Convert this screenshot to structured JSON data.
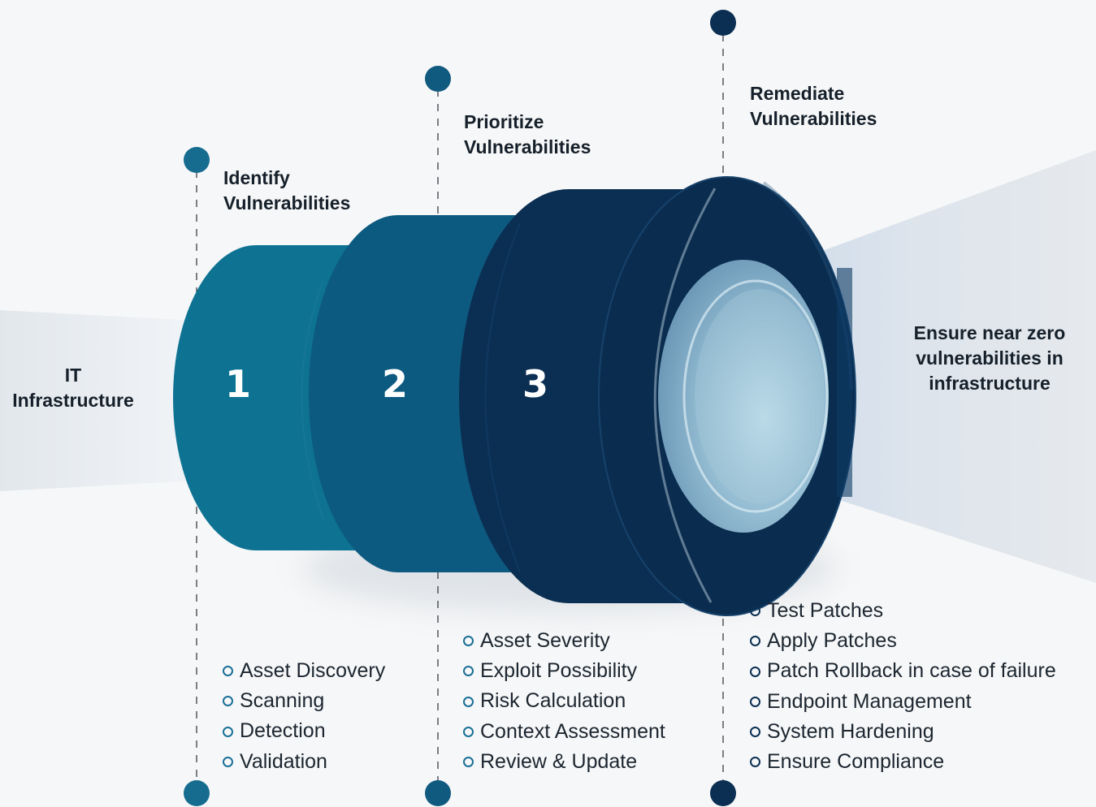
{
  "input_label": "IT\nInfrastructure",
  "output_label": "Ensure near zero\nvulnerabilities in\ninfrastructure",
  "stages": [
    {
      "number": "1",
      "title": "Identify\nVulnerabilities",
      "color": "#0e7393",
      "items": [
        "Asset Discovery",
        "Scanning",
        "Detection",
        "Validation"
      ]
    },
    {
      "number": "2",
      "title": "Prioritize\nVulnerabilities",
      "color": "#0d5a81",
      "items": [
        "Asset Severity",
        "Exploit Possibility",
        "Risk Calculation",
        "Context Assessment",
        "Review & Update"
      ]
    },
    {
      "number": "3",
      "title": "Remediate\nVulnerabilities",
      "color": "#0b2f52",
      "items": [
        "Test Patches",
        "Apply Patches",
        "Patch Rollback in case of failure",
        "Endpoint Management",
        "System Hardening",
        "Ensure Compliance"
      ]
    }
  ]
}
